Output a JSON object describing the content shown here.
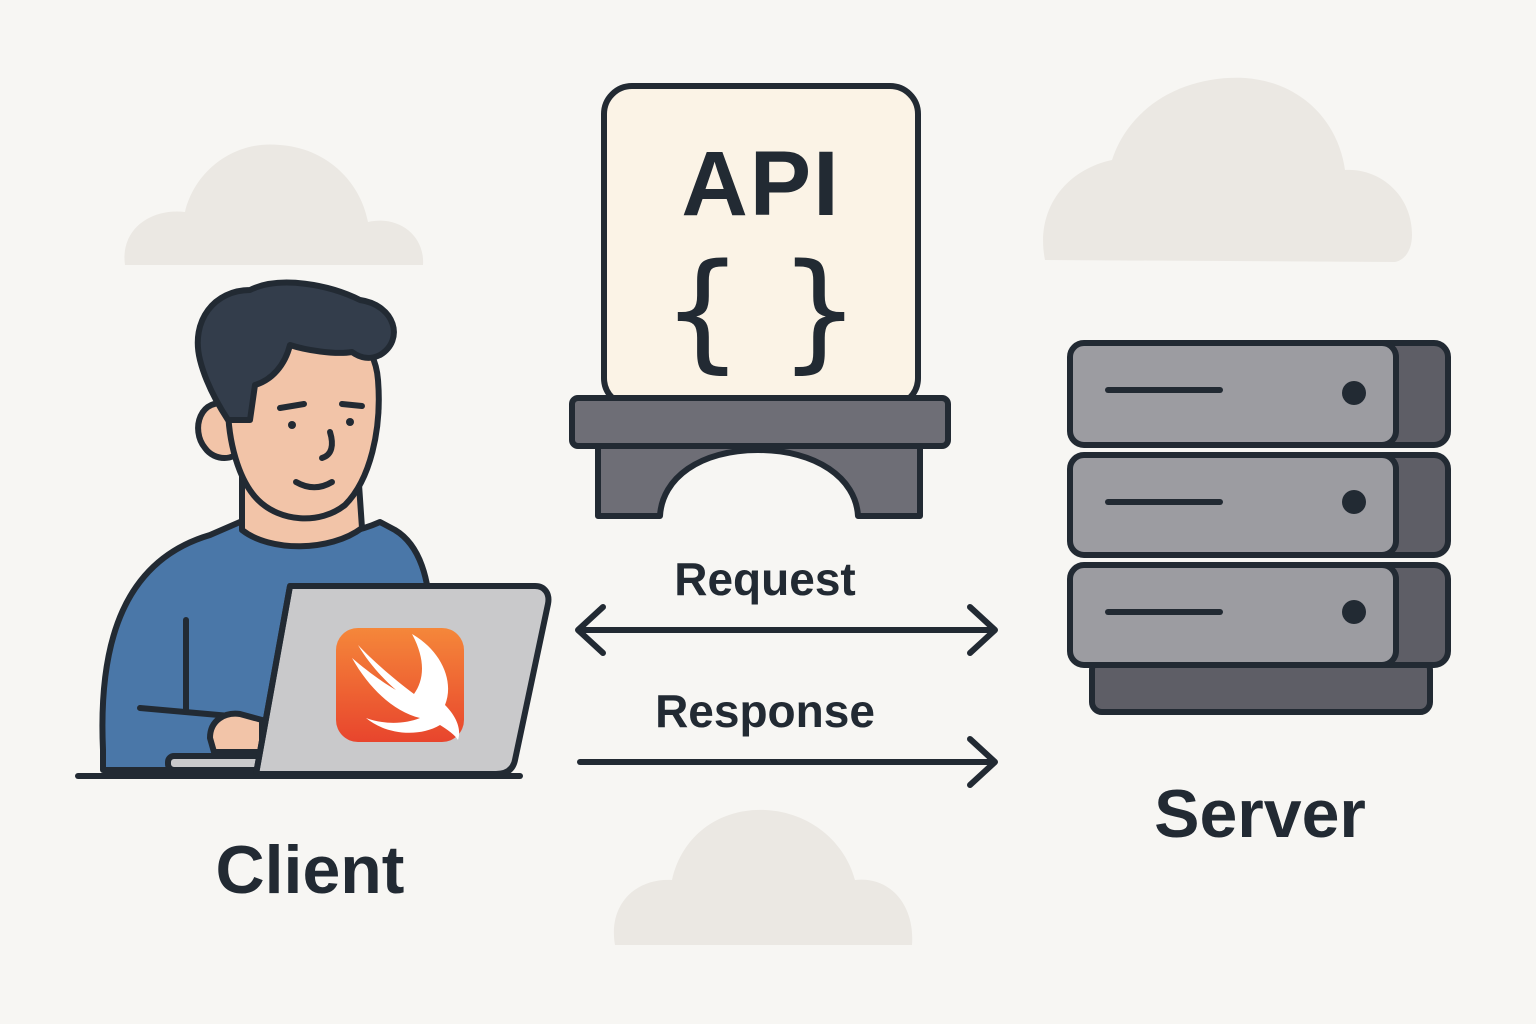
{
  "api_box": {
    "title": "API",
    "braces": "{}"
  },
  "arrows": {
    "request_label": "Request",
    "response_label": "Response"
  },
  "actors": {
    "client_label": "Client",
    "server_label": "Server"
  },
  "icons": {
    "laptop_logo": "swift-logo-icon",
    "server": "server-rack-icon",
    "person": "developer-person-icon",
    "cloud": "cloud-icon"
  },
  "colors": {
    "background": "#f7f6f3",
    "outline": "#222a33",
    "shirt": "#4a77a8",
    "skin": "#f2c4a8",
    "hair": "#333d4b",
    "laptop": "#c9c9cb",
    "swift_top": "#f5873a",
    "swift_bottom": "#e8452d",
    "server_front": "#9c9ca1",
    "server_side": "#5e5e66",
    "api_card": "#fbf3e6",
    "api_stand": "#6e6e76",
    "cloud": "#ebe8e3"
  }
}
